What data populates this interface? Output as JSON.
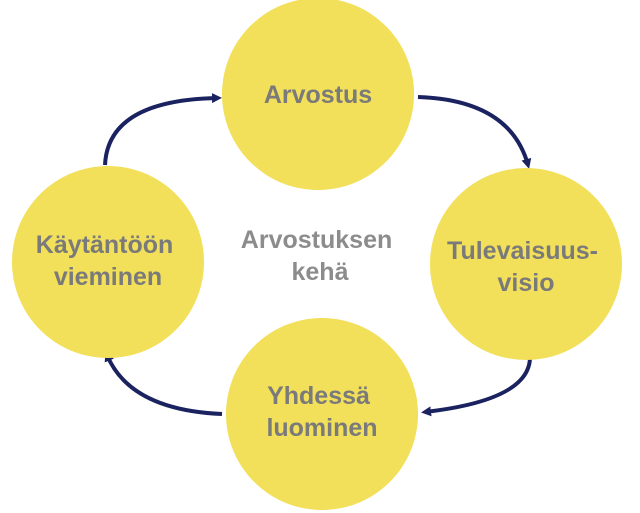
{
  "center": {
    "line1": "Arvostuksen",
    "line2": "kehä"
  },
  "nodes": [
    {
      "id": "arvostus",
      "lines": [
        "Arvostus"
      ]
    },
    {
      "id": "tulevaisuusvisio",
      "lines": [
        "Tulevaisuus-",
        "visio"
      ]
    },
    {
      "id": "yhdessa-luominen",
      "lines": [
        "Yhdessä",
        "luominen"
      ]
    },
    {
      "id": "kaytantoon-vieminen",
      "lines": [
        "Käytäntöön",
        "vieminen"
      ]
    }
  ],
  "colors": {
    "circle": "#f2df5a",
    "text": "#7a7a7a",
    "arrow": "#1a2360"
  }
}
